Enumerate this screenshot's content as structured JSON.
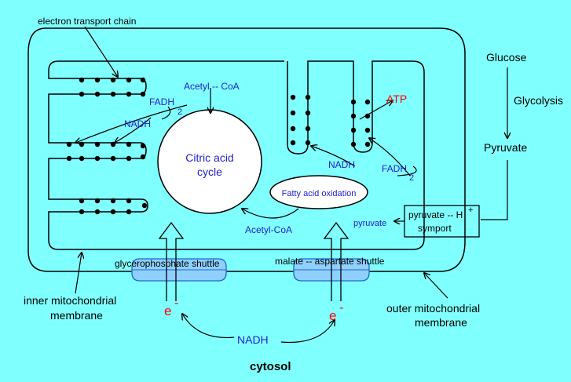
{
  "colors": {
    "background": "#80FFFF",
    "line": "#000000",
    "blue_label": "#2222CC",
    "red_label": "#FF0000",
    "shuttle_fill": "#8FD0FF",
    "shuttle_stroke": "#2266CC",
    "organelle_fill": "#FFFFFF"
  },
  "labels": {
    "electron_transport_chain": "electron transport chain",
    "glucose": "Glucose",
    "glycolysis": "Glycolysis",
    "pyruvate_cytosol": "Pyruvate",
    "acetyl_coa_top": "Acetyl -- CoA",
    "fadh_left": "FADH",
    "fadh_left_sub": "2",
    "nadh_left": "NADH",
    "citric_acid_cycle_line1": "Citric acid",
    "citric_acid_cycle_line2": "cycle",
    "atp": "ATP",
    "nadh_right": "NADH",
    "fadh_right": "FADH",
    "fadh_right_sub": "2",
    "fatty_acid_oxidation": "Fatty acid oxidation",
    "acetyl_coa_bottom": "Acetyl-CoA",
    "pyruvate_matrix": "pyruvate",
    "symport_line1": "pyruvate -- H",
    "symport_plus": "+",
    "symport_line2": "symport",
    "glycerophosphate_shuttle": "glycerophosphate shuttle",
    "malate_aspartate_shuttle": "malate -- aspartate shuttle",
    "electron_left": "e",
    "electron_left_sup": "-",
    "electron_right": "e",
    "electron_right_sup": "-",
    "nadh_cytosol": "NADH",
    "inner_membrane_line1": "inner mitochondrial",
    "inner_membrane_line2": "membrane",
    "outer_membrane_line1": "outer mitochondrial",
    "outer_membrane_line2": "membrane",
    "cytosol": "cytosol"
  },
  "icons": {
    "transport_dots": "electron-carrier-dot",
    "flow_arrows": "arrow-icon"
  }
}
